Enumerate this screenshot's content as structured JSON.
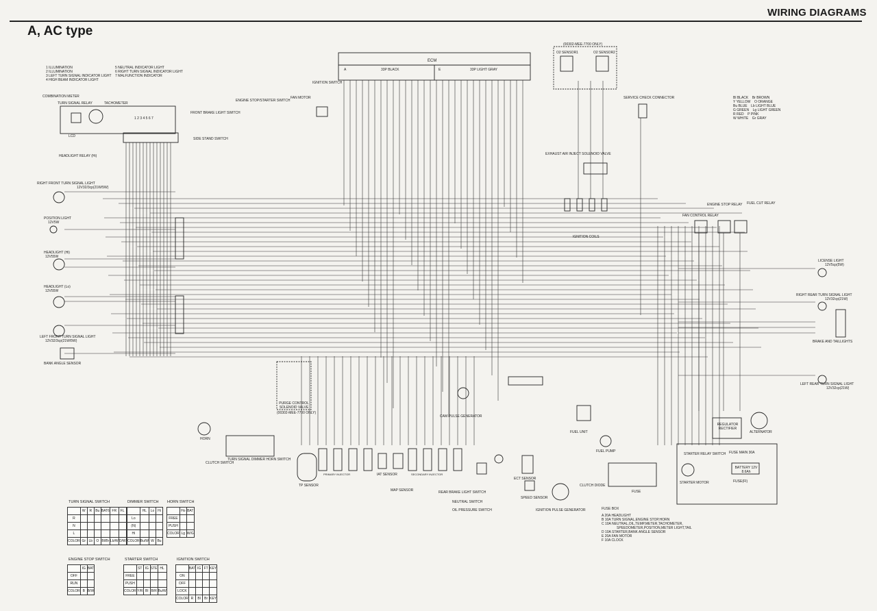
{
  "header": {
    "section": "WIRING DIAGRAMS",
    "title": "A, AC type"
  },
  "ecm": {
    "label": "ECM",
    "conn_a": "A",
    "conn_a_desc": "33P BLACK",
    "conn_e": "E",
    "conn_e_desc": "33P LIGHT GRAY"
  },
  "o2": {
    "note": "(00302-MEE-7700 ONLY)",
    "sensor1": "O2 SENSOR1",
    "sensor2": "O2 SENSOR2"
  },
  "legend_meter": [
    "1 ILLUMINATION",
    "2 ILLUMINATION",
    "3 LEFT TURN SIGNAL INDICATOR LIGHT",
    "4 HIGH BEAM INDICATOR LIGHT"
  ],
  "legend_meter2": [
    "5 NEUTRAL INDICATOR LIGHT",
    "6 RIGHT TURN SIGNAL INDICATOR LIGHT",
    "7 MALFUNCTION INDICATOR"
  ],
  "color_codes": [
    [
      "Bl",
      "BLACK",
      "Br",
      "BROWN"
    ],
    [
      "Y",
      "YELLOW",
      "O",
      "ORANGE"
    ],
    [
      "Bu",
      "BLUE",
      "Lb",
      "LIGHT BLUE"
    ],
    [
      "G",
      "GREEN",
      "Lg",
      "LIGHT GREEN"
    ],
    [
      "R",
      "RED",
      "P",
      "PINK"
    ],
    [
      "W",
      "WHITE",
      "Gr",
      "GRAY"
    ]
  ],
  "labels": {
    "combination_meter": "COMBINATION METER",
    "turn_signal_relay": "TURN SIGNAL RELAY",
    "tachometer": "TACHOMETER",
    "lcd": "LCD",
    "meter_nums": "1    2 3 4 5 6 7",
    "headlight_relay": "HEADLIGHT RELAY (Hi)",
    "rf_turn": "RIGHT FRONT TURN SIGNAL LIGHT",
    "rf_turn_spec": "12V32/3cp(21W/5W)",
    "position_light": "POSITION LIGHT",
    "position_spec": "12V5W",
    "headlight_hi": "HEADLIGHT (Hi)",
    "headlight_hi_spec": "12V55W",
    "headlight_lo": "HEADLIGHT (Lo)",
    "headlight_lo_spec": "12V55W",
    "lf_turn": "LEFT FRONT TURN SIGNAL LIGHT",
    "lf_turn_spec": "12V32/3cp(21W/5W)",
    "bank_angle": "BANK ANGLE SENSOR",
    "horn": "HORN",
    "clutch_switch": "CLUTCH SWITCH",
    "handlebar_sw": "TURN SIGNAL DIMMER HORN SWITCH",
    "engine_stop_starter": "ENGINE STOP/STARTER SWITCH",
    "front_brake": "FRONT BRAKE LIGHT SWITCH",
    "side_stand": "SIDE STAND SWITCH",
    "fan_motor": "FAN MOTOR",
    "ignition_switch": "IGNITION SWITCH",
    "purge": "PURGE CONTROL SOLENOID VALVE",
    "purge_note": "(00302-MEE-7700 ONLY)",
    "tp_sensor": "TP SENSOR",
    "iat_sensor": "IAT SENSOR",
    "map_sensor": "MAP SENSOR",
    "cam_pulse": "CAM PULSE GENERATOR",
    "rear_brake": "REAR BRAKE LIGHT SWITCH",
    "neutral": "NEUTRAL SWITCH",
    "oil_pressure": "OIL PRESSURE SWITCH",
    "ect": "ECT SENSOR",
    "speed": "SPEED SENSOR",
    "ign_pulse": "IGNITION PULSE GENERATOR",
    "ign_coils": "IGNITION COILS",
    "service_check": "SERVICE CHECK CONNECTOR",
    "exhaust_air": "EXHAUST AIR INJECT SOLENOID VALVE",
    "fan_relay": "FAN CONTROL RELAY",
    "engine_stop_relay": "ENGINE STOP RELAY",
    "fuel_cut_relay": "FUEL CUT RELAY",
    "fuel_unit": "FUEL UNIT",
    "fuel_pump": "FUEL PUMP",
    "clutch_diode": "CLUTCH DIODE",
    "fuse": "FUSE",
    "regulator": "REGULATOR RECTIFIER",
    "alternator": "ALTERNATOR",
    "starter_relay": "STARTER RELAY SWITCH",
    "fuse_main": "FUSE MAIN 30A",
    "battery": "BATTERY 12V 8.6Ah",
    "fuse_fi": "FUSE(FI)",
    "starter_motor": "STARTER MOTOR",
    "license": "LICENSE LIGHT",
    "license_spec": "12V5cp(5W)",
    "rr_turn": "RIGHT REAR TURN SIGNAL LIGHT",
    "rr_turn_spec": "12V32cp(21W)",
    "brake_tail": "BRAKE AND TAILLIGHTS",
    "lr_turn": "LEFT REAR TURN SIGNAL LIGHT",
    "lr_turn_spec": "12V32cp(21W)",
    "primary_inj": "PRIMARY INJECTOR",
    "secondary_inj": "SECONDARY INJECTOR"
  },
  "fuse_box": {
    "title": "FUSE BOX",
    "rows": [
      "A  20A  HEADLIGHT",
      "B  10A  TURN SIGNAL,ENGINE STOP,HORN",
      "C  10A  NEUTRAL,OIL,TEMP,METER,TACHOMETER,",
      "SPEEDOMETER,POSITION,METER LIGHT,TAIL",
      "D  10A  STARTER,BANK ANGLE SENSOR",
      "E  20A  FAN MOTOR",
      "F  10A  CLOCK"
    ]
  },
  "switch_tables": {
    "turn": {
      "title": "TURN SIGNAL SWITCH",
      "cols": [
        "",
        "W",
        "R",
        "Bu",
        "BAT6",
        "FR",
        "FL"
      ],
      "rows": [
        "R",
        "N",
        "L",
        "COLOR"
      ],
      "colors": [
        "COLOR",
        "Gr",
        "Lb",
        "O",
        "Bl/Br",
        "Lb/W",
        "O/W"
      ]
    },
    "dimmer": {
      "title": "DIMMER SWITCH",
      "cols": [
        "",
        "HL",
        "Lo",
        "Hi"
      ],
      "rows": [
        "Lo",
        "(N)",
        "Hi",
        "COLOR"
      ],
      "colors": [
        "COLOR",
        "Bu/W",
        "W",
        "Bu"
      ]
    },
    "horn": {
      "title": "HORN SWITCH",
      "cols": [
        "",
        "Ho",
        "BAT"
      ],
      "rows": [
        "FREE",
        "PUSH",
        "COLOR"
      ],
      "colors": [
        "COLOR",
        "Lg",
        "W/G"
      ]
    },
    "estop": {
      "title": "ENGINE STOP SWITCH",
      "cols": [
        "",
        "IG",
        "BAT"
      ],
      "rows": [
        "OFF",
        "RUN",
        "COLOR"
      ],
      "colors": [
        "COLOR",
        "B",
        "B/W"
      ]
    },
    "starter": {
      "title": "STARTER SWITCH",
      "cols": [
        "",
        "ST",
        "IG",
        "STE",
        "HL"
      ],
      "rows": [
        "FREE",
        "PUSH",
        "COLOR"
      ],
      "colors": [
        "COLOR",
        "Y/R",
        "Bl",
        "B/R",
        "Bu/W"
      ]
    },
    "ignition": {
      "title": "IGNITION SWITCH",
      "cols": [
        "",
        "BAT",
        "IG",
        "FT",
        "KEY"
      ],
      "rows": [
        "ON",
        "OFF",
        "LOCK",
        "COLOR"
      ],
      "colors": [
        "COLOR",
        "R",
        "Bl",
        "Br",
        "KEY"
      ]
    }
  }
}
